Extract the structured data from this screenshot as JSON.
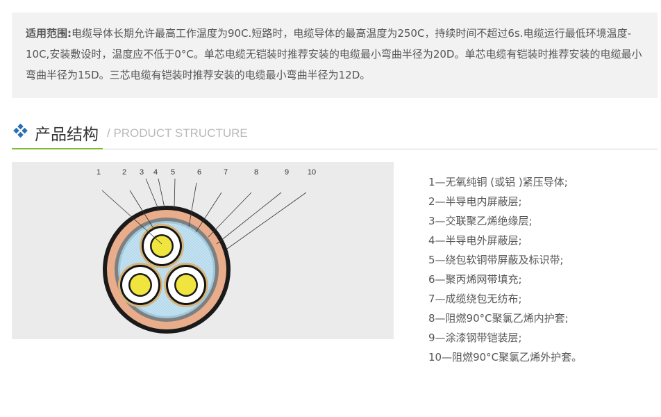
{
  "scope": {
    "label": "适用范围:",
    "text": "电缆导体长期允许最高工作温度为90C.短路时，电缆导体的最高温度为250C，持续时间不超过6s.电缆运行最低环境温度- 10C,安装敷设时，温度应不低于0°C。单芯电缆无铠装时推荐安装的电缆最小弯曲半径为20D。单芯电缆有铠装时推荐安装的电缆最小弯曲半径为15D。三芯电缆有铠装时推荐安装的电缆最小弯曲半径为12D。"
  },
  "section": {
    "title": "产品结构",
    "subtitle": "/ PRODUCT STRUCTURE",
    "icon": "blue-diamond-cluster-icon",
    "icon_color": "#2a6fb0",
    "accent_color": "#7dbb2e"
  },
  "diagram": {
    "callout_numbers": [
      "1",
      "2",
      "3",
      "4",
      "5",
      "6",
      "7",
      "8",
      "9",
      "10"
    ]
  },
  "structure_items": [
    "1—无氧纯铜 (或铝 )紧压导体;",
    "2—半导电内屏蔽层;",
    "3—交联聚乙烯绝缘层;",
    "4—半导电外屏蔽层;",
    "5—绕包软铜带屏蔽及标识带;",
    "6—聚丙烯网带填充;",
    "7—成缆绕包无纺布;",
    "8—阻燃90°C聚氯乙烯内护套;",
    "9—涂漆钢带铠装层;",
    "10—阻燃90°C聚氯乙烯外护套。"
  ]
}
